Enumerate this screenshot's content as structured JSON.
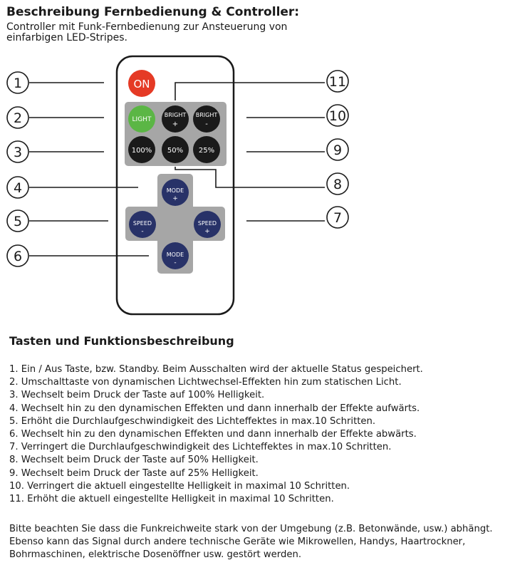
{
  "header": {
    "title": "Beschreibung Fernbedienung & Controller:",
    "subtitle_line1": "Controller mit Funk-Fernbedienung zur Ansteuerung von",
    "subtitle_line2": "einfarbigen LED-Stripes."
  },
  "remote": {
    "buttons": {
      "on": "ON",
      "light": "LIGHT",
      "bright_plus_1": "BRIGHT",
      "bright_plus_2": "+",
      "bright_minus_1": "BRIGHT",
      "bright_minus_2": "-",
      "p100": "100%",
      "p50": "50%",
      "p25": "25%",
      "mode_plus_1": "MODE",
      "mode_plus_2": "+",
      "speed_minus_1": "SPEED",
      "speed_minus_2": "-",
      "speed_plus_1": "SPEED",
      "speed_plus_2": "+",
      "mode_minus_1": "MODE",
      "mode_minus_2": "-"
    },
    "colors": {
      "on_button": "#e53a25",
      "light_button": "#5bb645",
      "dark_button": "#1a1a1a",
      "mode_speed_button": "#283268",
      "panel": "#a6a6a6"
    }
  },
  "callouts": [
    "1",
    "2",
    "3",
    "4",
    "5",
    "6",
    "7",
    "8",
    "9",
    "10",
    "11"
  ],
  "section": {
    "heading": "Tasten und Funktionsbeschreibung",
    "items": [
      "1. Ein / Aus Taste, bzw. Standby. Beim Ausschalten wird der aktuelle Status gespeichert.",
      "2. Umschalttaste von dynamischen Lichtwechsel-Effekten hin zum statischen Licht.",
      "3. Wechselt beim Druck der Taste auf 100% Helligkeit.",
      "4. Wechselt hin zu den dynamischen Effekten und dann innerhalb der Effekte aufwärts.",
      "5. Erhöht die Durchlaufgeschwindigkeit des Lichteffektes in max.10 Schritten.",
      "6. Wechselt hin zu den dynamischen Effekten und dann innerhalb der Effekte abwärts.",
      "7. Verringert die Durchlaufgeschwindigkeit des Lichteffektes in max.10 Schritten.",
      "8. Wechselt beim Druck der Taste auf 50% Helligkeit.",
      "9. Wechselt beim Druck der Taste auf 25% Helligkeit.",
      "10. Verringert die aktuell eingestellte Helligkeit in maximal 10 Schritten.",
      "11. Erhöht die aktuell eingestellte Helligkeit in maximal 10 Schritten."
    ],
    "note": "Bitte beachten Sie dass die Funkreichweite stark von der Umgebung (z.B. Betonwände, usw.) abhängt. Ebenso kann das Signal durch andere technische Geräte wie Mikrowellen, Handys, Haartrockner, Bohrmaschinen, elektrische Dosenöffner usw. gestört werden."
  }
}
